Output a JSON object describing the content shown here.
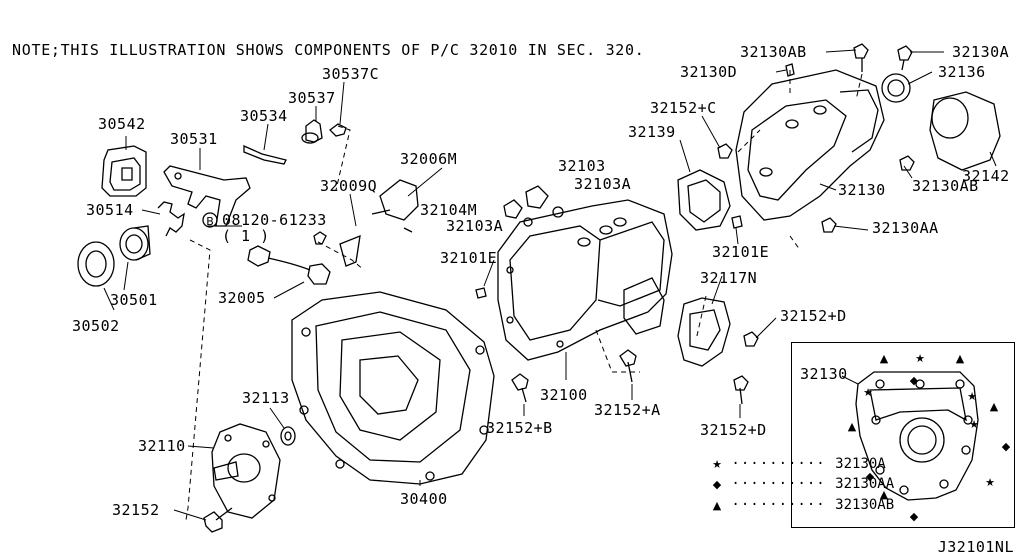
{
  "note": "NOTE;THIS ILLUSTRATION SHOWS COMPONENTS OF P/C 32010 IN SEC. 320.",
  "reference": "J32101NL",
  "parts": {
    "p30537C": "30537C",
    "p30537": "30537",
    "p30534": "30534",
    "p30542": "30542",
    "p30531": "30531",
    "p32006M": "32006M",
    "p32009Q": "32009Q",
    "p30514": "30514",
    "p08120": "08120-61233",
    "p08120qty": "( 1 )",
    "p30501": "30501",
    "p30502": "30502",
    "p32005": "32005",
    "p32103": "32103",
    "p32103A_1": "32103A",
    "p32104M": "32104M",
    "p32103A_2": "32103A",
    "p32101E_1": "32101E",
    "p32100": "32100",
    "p32152B": "32152+B",
    "p32152A": "32152+A",
    "p32113": "32113",
    "p32110": "32110",
    "p32152": "32152",
    "p30400": "30400",
    "p32130AB_top": "32130AB",
    "p32130A_top": "32130A",
    "p32130D": "32130D",
    "p32136": "32136",
    "p32152C": "32152+C",
    "p32139": "32139",
    "p32142": "32142",
    "p32130": "32130",
    "p32130AB_mid": "32130AB",
    "p32101E_2": "32101E",
    "p32130AA": "32130AA",
    "p32117N": "32117N",
    "p32152D_1": "32152+D",
    "p32152D_2": "32152+D"
  },
  "inset": {
    "title": "32130",
    "legend": [
      {
        "symbol": "★",
        "label": "32130A"
      },
      {
        "symbol": "◆",
        "label": "32130AA"
      },
      {
        "symbol": "▲",
        "label": "32130AB"
      }
    ]
  }
}
